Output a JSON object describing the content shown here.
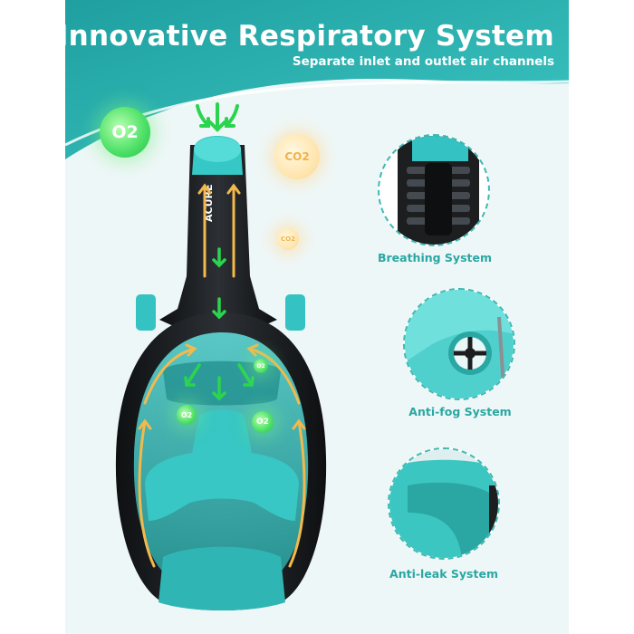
{
  "header": {
    "title": "Innovative Respiratory System",
    "subtitle": "Separate inlet and outlet air channels"
  },
  "bubbles": {
    "o2_main": "O2",
    "co2_large": "CO2",
    "co2_small": "CO2",
    "o2_inside_1": "O2",
    "o2_inside_2": "O2",
    "o2_inside_3": "O2"
  },
  "mask": {
    "brand": "ACURE"
  },
  "features": [
    {
      "label": "Breathing System"
    },
    {
      "label": "Anti-fog System"
    },
    {
      "label": "Anti-leak System"
    }
  ],
  "colors": {
    "teal": "#2fb6b4",
    "dark_teal": "#157f80",
    "mask_black": "#1d1f21",
    "mask_teal": "#34c3c2",
    "arrow_green": "#28d04e",
    "arrow_orange": "#f3b94c"
  }
}
